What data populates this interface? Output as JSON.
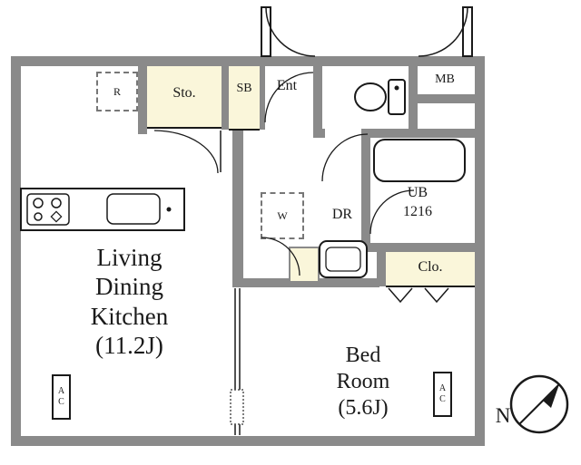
{
  "rooms": {
    "ldk": {
      "lines": [
        "Living",
        "Dining",
        "Kitchen",
        "(11.2J)"
      ]
    },
    "bedroom": {
      "lines": [
        "Bed",
        "Room",
        "(5.6J)"
      ]
    },
    "storage": {
      "label": "Sto."
    },
    "shoe_box": {
      "label": "SB"
    },
    "entrance": {
      "label": "Ent"
    },
    "meter_box": {
      "label": "MB"
    },
    "unit_bath": {
      "lines": [
        "UB",
        "1216"
      ]
    },
    "dressing_room": {
      "label": "DR"
    },
    "closet": {
      "label": "Clo."
    },
    "refrigerator_space": {
      "label": "R"
    },
    "washer_space": {
      "label": "W"
    },
    "ac_units": {
      "left": "AC",
      "right": "AC"
    },
    "compass": {
      "north": "N"
    }
  },
  "colors": {
    "wall": "#8a8a8a",
    "accent_room": "#faf6da",
    "line": "#1a1a1a",
    "background": "#ffffff"
  },
  "icons": [
    "compass-icon",
    "toilet-icon",
    "bathtub-icon",
    "washbasin-icon",
    "stove-icon",
    "sink-icon",
    "entrance-door-icon",
    "meter-box-door-icon",
    "closet-door-icon",
    "sliding-door-icon",
    "refrigerator-space",
    "washer-space"
  ]
}
